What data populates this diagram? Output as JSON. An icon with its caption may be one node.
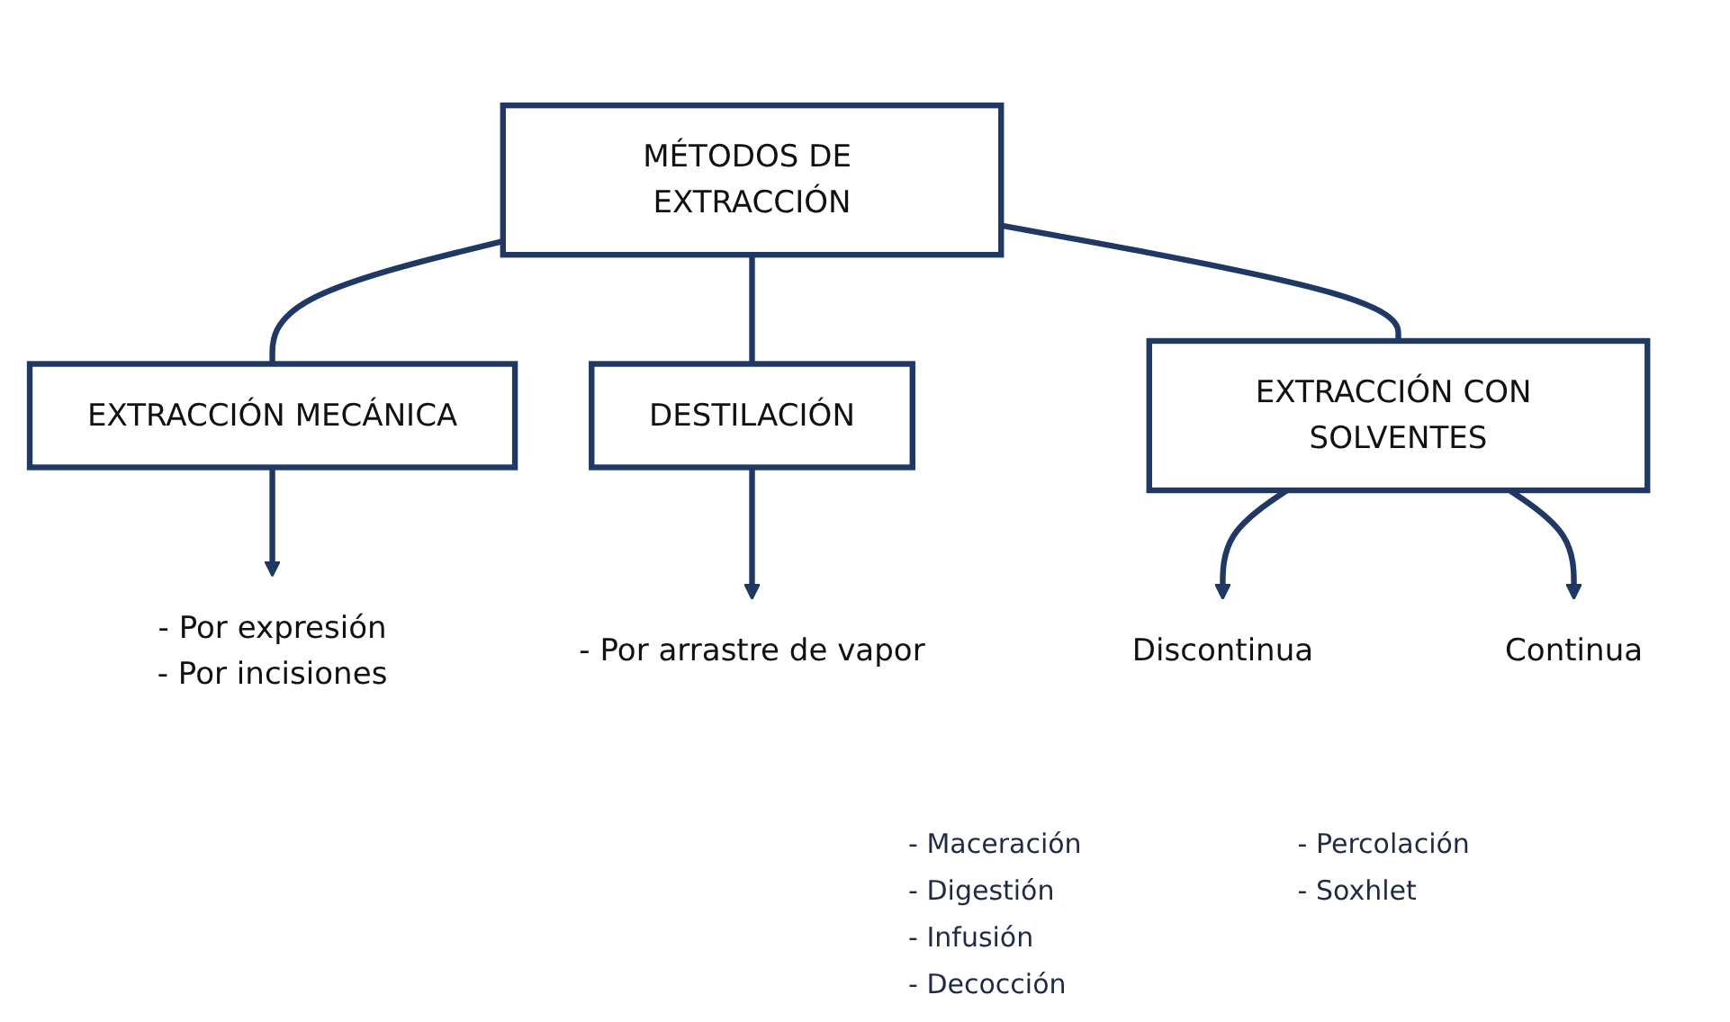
{
  "diagram": {
    "nodes": [
      {
        "text": [
          "MÉTODOS DE EXTRACCIÓN"
        ]
      },
      {
        "text": [
          "EXTRACCIÓN MECÁNICA"
        ]
      },
      {
        "text": [
          "DESTILACIÓN"
        ]
      },
      {
        "text": [
          "EXTRACCIÓN CON SOLVENTES"
        ]
      },
      {
        "text": [
          "- Por expresión",
          "- Por incisiones"
        ]
      },
      {
        "text": [
          "- Por arrastre de vapor"
        ]
      },
      {
        "text": [
          "Discontinua"
        ]
      },
      {
        "text": [
          "Continua"
        ]
      }
    ],
    "edges": [
      {
        "from": 0,
        "to": 1,
        "arrow": "none"
      },
      {
        "from": 0,
        "to": 2,
        "arrow": "none"
      },
      {
        "from": 0,
        "to": 3,
        "arrow": "none"
      },
      {
        "from": 1,
        "to": 4,
        "arrow": "to"
      },
      {
        "from": 2,
        "to": 5,
        "arrow": "to"
      },
      {
        "from": 3,
        "to": 6,
        "arrow": "to"
      },
      {
        "from": 3,
        "to": 7,
        "arrow": "to"
      }
    ],
    "labels": [
      "- Maceración",
      "- Percolación",
      "- Digestión",
      "- Soxhlet",
      "- Infusión",
      "- Decocción"
    ]
  }
}
